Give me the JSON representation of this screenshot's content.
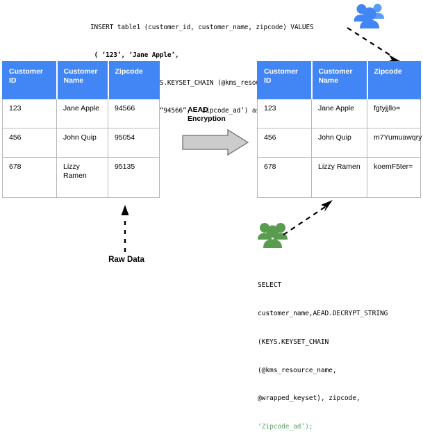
{
  "insert_statement": {
    "name": "insert-sql-statement",
    "lines": [
      "INSERT table1 (customer_id, customer_name, zipcode) VALUES",
      " ( ‘123’, ‘Jane Apple’,",
      " AEAD.ENCRYPT (KEYS.KEYSET_CHAIN (@kms_resource_name,",
      "@wrapped_keyset), “94566”,  ‘zipcode_ad’) as zipcode));"
    ]
  },
  "select_statement": {
    "name": "select-sql-statement",
    "lines": [
      "SELECT",
      "customer_name,AEAD.DECRYPT_STRING",
      "(KEYS.KEYSET_CHAIN",
      "(@kms_resource_name,",
      "@wrapped_keyset), zipcode,"
    ],
    "highlighted_line": "‘Zipcode_ad’);",
    "highlight_color": "#5aa469"
  },
  "raw_table": {
    "name": "raw-data-table",
    "columns": [
      "Customer ID",
      "Customer Name",
      "Zipcode"
    ],
    "columns_split": [
      [
        "Customer",
        "ID"
      ],
      [
        "Customer",
        "Name"
      ],
      [
        "Zipcode",
        ""
      ]
    ],
    "rows": [
      {
        "customer_id": "123",
        "customer_name": "Jane Apple",
        "zipcode": "94566"
      },
      {
        "customer_id": "456",
        "customer_name": "John Quip",
        "zipcode": "95054"
      },
      {
        "customer_id": "678",
        "customer_name": "Lizzy Ramen",
        "zipcode": "95135"
      }
    ]
  },
  "encrypted_table": {
    "name": "encrypted-data-table",
    "columns": [
      "Customer ID",
      "Customer Name",
      "Zipcode"
    ],
    "columns_split": [
      [
        "Customer",
        "ID"
      ],
      [
        "Customer",
        "Name"
      ],
      [
        "Zipcode",
        ""
      ]
    ],
    "rows": [
      {
        "customer_id": "123",
        "customer_name": "Jane Apple",
        "zipcode": "fgtyjjllo="
      },
      {
        "customer_id": "456",
        "customer_name": "John Quip",
        "zipcode": "m7Yumuawqry"
      },
      {
        "customer_id": "678",
        "customer_name": "Lizzy Ramen",
        "zipcode": "koemF5ter="
      }
    ]
  },
  "transform": {
    "name": "aead-encryption-step",
    "label_line1": "AEAD",
    "label_line2": "Encryption"
  },
  "raw_data_annotation": {
    "name": "raw-data-annotation",
    "label": "Raw Data"
  },
  "icons": {
    "writer": "people-group-icon",
    "reader": "people-group-icon"
  },
  "colors": {
    "header_blue": "#4285F4",
    "icon_blue": "#4285F4",
    "icon_green": "#5a9c4f",
    "arrow_gray": "#cccccc",
    "border_gray": "#b8b8b8",
    "highlight_green": "#5aa469"
  }
}
